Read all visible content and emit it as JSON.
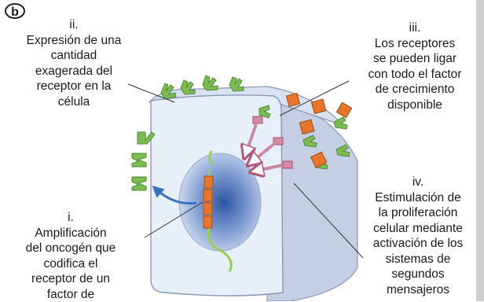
{
  "panel_label": "b",
  "labels": {
    "ii": [
      "ii.",
      "Expresión de una",
      "cantidad",
      "exagerada del",
      "receptor en la",
      "célula"
    ],
    "iii": [
      "iii.",
      "Los receptores",
      "se pueden ligar",
      "con todo el factor",
      "de crecimiento",
      "disponible"
    ],
    "iv": [
      "iv.",
      "Estimulación de",
      "la proliferación",
      "celular mediante",
      "activación de los",
      "sistemas de",
      "segundos",
      "mensajeros"
    ],
    "i": [
      "i.",
      "Amplificación",
      "del oncogén que",
      "codifica el",
      "receptor de un",
      "factor de"
    ]
  },
  "colors": {
    "cell_face": "#e7eff8",
    "cell_side": "#c4cfe4",
    "cell_top": "#d9e2f0",
    "nucleus": "#3f68b0",
    "receptor": "#6faa4a",
    "growth_factor": "#e8762a",
    "second_messenger": "#c96b8a",
    "arrow_blue": "#3b72c0"
  }
}
